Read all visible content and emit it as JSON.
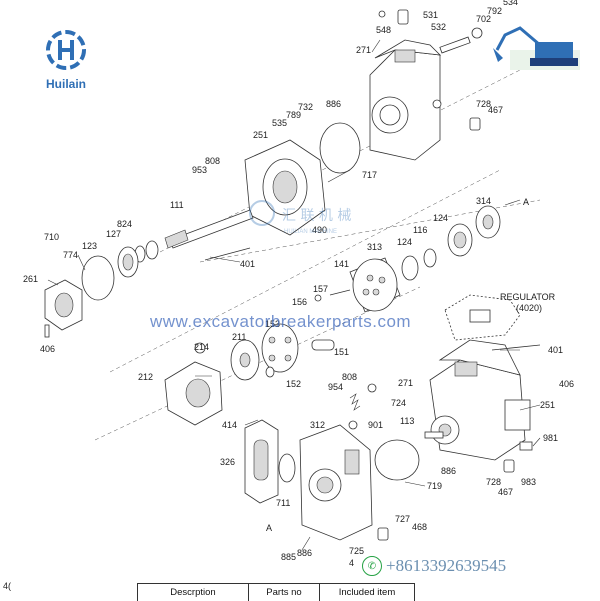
{
  "brand": {
    "name": "Huilain",
    "logo_icon": "huilain-logo-icon",
    "color": "#2f6fb5"
  },
  "watermark": {
    "url": "www.excavatorbreakerparts.com",
    "center_text": "汇 联 机 械",
    "center_sub": "HUILIAN MACHINE"
  },
  "contact": {
    "icon": "whatsapp-icon",
    "phone": "+8613392639545"
  },
  "regulator_label": {
    "line1": "REGULATOR",
    "line2": "(4020)"
  },
  "table_header": {
    "col1": "Descrption",
    "col2": "Parts no",
    "col3": "Included item"
  },
  "page_corner": "4(",
  "callouts": {
    "c531": "531",
    "c548": "548",
    "c792": "792",
    "c534": "534",
    "c702": "702",
    "c532": "532",
    "c271a": "271",
    "c886a": "886",
    "c732": "732",
    "c789": "789",
    "c535": "535",
    "c728a": "728",
    "c467a": "467",
    "c251a": "251",
    "c808a": "808",
    "c953": "953",
    "c717": "717",
    "c111": "111",
    "c490": "490",
    "c824": "824",
    "c127": "127",
    "c123": "123",
    "c710": "710",
    "c774": "774",
    "c261": "261",
    "c406a": "406",
    "c401a": "401",
    "c314": "314",
    "cA1": "A",
    "c124a": "124",
    "c116": "116",
    "c124b": "124",
    "c313": "313",
    "c141": "141",
    "c157": "157",
    "c156": "156",
    "c214": "214",
    "c211": "211",
    "c153": "153",
    "c151": "151",
    "c212": "212",
    "c152": "152",
    "c808b": "808",
    "c954": "954",
    "c401b": "401",
    "c271b": "271",
    "c724": "724",
    "c406b": "406",
    "c251b": "251",
    "c414": "414",
    "c312": "312",
    "c901": "901",
    "c113": "113",
    "c326": "326",
    "c719": "719",
    "c886b": "886",
    "c981": "981",
    "c728b": "728",
    "c467b": "467",
    "c983": "983",
    "c711": "711",
    "cA2": "A",
    "c727": "727",
    "c468": "468",
    "c885": "885",
    "c886c": "886",
    "c725": "725",
    "c4x": "4"
  }
}
